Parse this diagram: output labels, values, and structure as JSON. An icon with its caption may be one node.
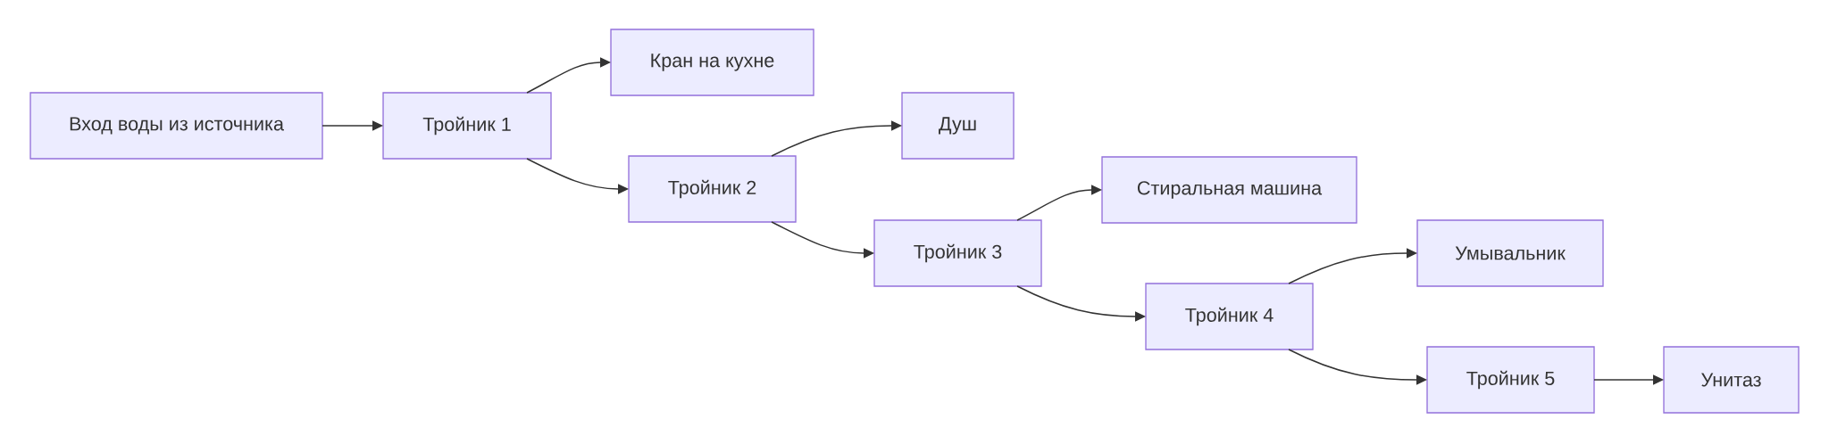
{
  "diagram": {
    "nodes": [
      {
        "text": [
          "Вход воды из источника"
        ]
      },
      {
        "text": [
          "Тройник 1"
        ]
      },
      {
        "text": [
          "Кран на кухне"
        ]
      },
      {
        "text": [
          "Тройник 2"
        ]
      },
      {
        "text": [
          "Душ"
        ]
      },
      {
        "text": [
          "Тройник 3"
        ]
      },
      {
        "text": [
          "Стиральная машина"
        ]
      },
      {
        "text": [
          "Тройник 4"
        ]
      },
      {
        "text": [
          "Умывальник"
        ]
      },
      {
        "text": [
          "Тройник 5"
        ]
      },
      {
        "text": [
          "Унитаз"
        ]
      }
    ],
    "edges": [
      {
        "from": 0,
        "to": 1,
        "arrow": "to"
      },
      {
        "from": 1,
        "to": 2,
        "arrow": "to"
      },
      {
        "from": 1,
        "to": 3,
        "arrow": "to"
      },
      {
        "from": 3,
        "to": 4,
        "arrow": "to"
      },
      {
        "from": 3,
        "to": 5,
        "arrow": "to"
      },
      {
        "from": 5,
        "to": 6,
        "arrow": "to"
      },
      {
        "from": 5,
        "to": 7,
        "arrow": "to"
      },
      {
        "from": 7,
        "to": 8,
        "arrow": "to"
      },
      {
        "from": 7,
        "to": 9,
        "arrow": "to"
      },
      {
        "from": 9,
        "to": 10,
        "arrow": "to"
      }
    ]
  }
}
